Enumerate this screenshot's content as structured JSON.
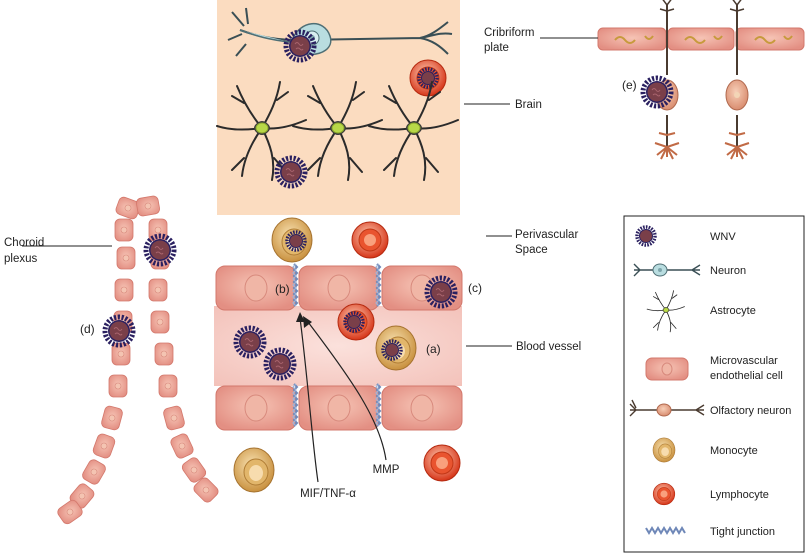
{
  "labels": {
    "cribriform": [
      "Cribriform",
      "plate"
    ],
    "brain": "Brain",
    "choroid": [
      "Choroid",
      "plexus"
    ],
    "perivascular": [
      "Perivascular",
      "Space"
    ],
    "blood_vessel": "Blood vessel",
    "a": "(a)",
    "b": "(b)",
    "c": "(c)",
    "d": "(d)",
    "e": "(e)",
    "mmp": "MMP",
    "mif": "MIF/TNF-α"
  },
  "legend": {
    "items": [
      {
        "label": "WNV",
        "icon": "wnv-virus-icon"
      },
      {
        "label": "Neuron",
        "icon": "neuron-icon"
      },
      {
        "label": "Astrocyte",
        "icon": "astrocyte-icon"
      },
      {
        "label": "Microvascular endothelial cell",
        "lines": [
          "Microvascular",
          "endothelial cell"
        ],
        "icon": "endothelial-cell-icon"
      },
      {
        "label": "Olfactory neuron",
        "icon": "olfactory-neuron-icon"
      },
      {
        "label": "Monocyte",
        "icon": "monocyte-icon"
      },
      {
        "label": "Lymphocyte",
        "icon": "lymphocyte-icon"
      },
      {
        "label": "Tight junction",
        "icon": "tight-junction-icon"
      }
    ]
  },
  "colors": {
    "brain_bg": "#fbdcc0",
    "endothelial": "#eea99b",
    "endothelial_nucleus": "#f2c9b3",
    "virus_core": "#7a3f49",
    "virus_spikes": "#2a2060",
    "monocyte": "#d9a85c",
    "lymphocyte": "#e0452a",
    "neuron": "#b9dde0",
    "astrocyte_nucleus": "#b8d848",
    "olfactory": "#e7a88d"
  }
}
